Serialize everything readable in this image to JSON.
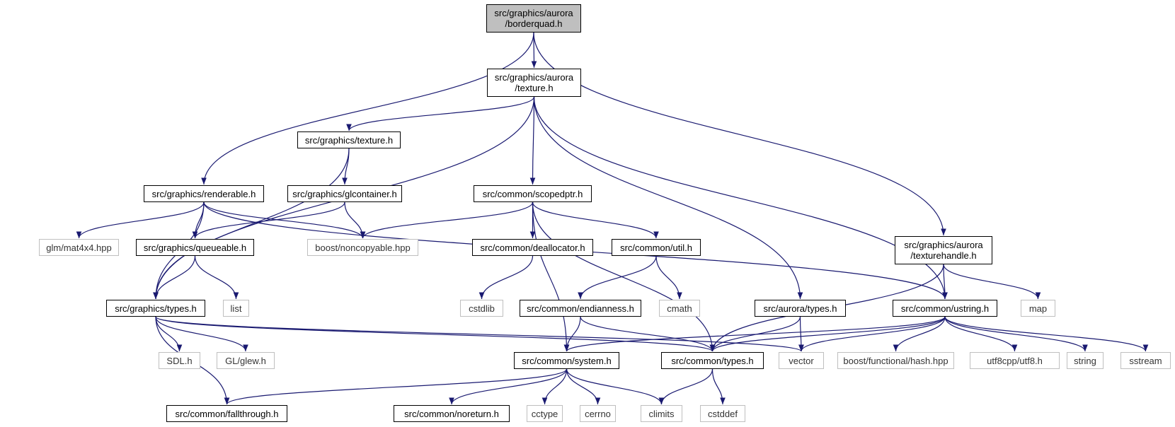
{
  "nodes": [
    {
      "id": "borderquad",
      "label": "src/graphics/aurora\n/borderquad.h",
      "kind": "root"
    },
    {
      "id": "aur_texture",
      "label": "src/graphics/aurora\n/texture.h",
      "kind": "header"
    },
    {
      "id": "g_texture",
      "label": "src/graphics/texture.h",
      "kind": "header"
    },
    {
      "id": "renderable",
      "label": "src/graphics/renderable.h",
      "kind": "header"
    },
    {
      "id": "glcontainer",
      "label": "src/graphics/glcontainer.h",
      "kind": "header"
    },
    {
      "id": "scopedptr",
      "label": "src/common/scopedptr.h",
      "kind": "header"
    },
    {
      "id": "texturehandle",
      "label": "src/graphics/aurora\n/texturehandle.h",
      "kind": "header"
    },
    {
      "id": "mat4x4",
      "label": "glm/mat4x4.hpp",
      "kind": "external"
    },
    {
      "id": "queueable",
      "label": "src/graphics/queueable.h",
      "kind": "header"
    },
    {
      "id": "noncopyable",
      "label": "boost/noncopyable.hpp",
      "kind": "external"
    },
    {
      "id": "deallocator",
      "label": "src/common/deallocator.h",
      "kind": "header"
    },
    {
      "id": "util",
      "label": "src/common/util.h",
      "kind": "header"
    },
    {
      "id": "g_types",
      "label": "src/graphics/types.h",
      "kind": "header"
    },
    {
      "id": "list",
      "label": "list",
      "kind": "external"
    },
    {
      "id": "cstdlib",
      "label": "cstdlib",
      "kind": "external"
    },
    {
      "id": "endianness",
      "label": "src/common/endianness.h",
      "kind": "header"
    },
    {
      "id": "cmath",
      "label": "cmath",
      "kind": "external"
    },
    {
      "id": "a_types",
      "label": "src/aurora/types.h",
      "kind": "header"
    },
    {
      "id": "ustring",
      "label": "src/common/ustring.h",
      "kind": "header"
    },
    {
      "id": "map",
      "label": "map",
      "kind": "external"
    },
    {
      "id": "sdl",
      "label": "SDL.h",
      "kind": "external"
    },
    {
      "id": "glew",
      "label": "GL/glew.h",
      "kind": "external"
    },
    {
      "id": "system",
      "label": "src/common/system.h",
      "kind": "header"
    },
    {
      "id": "c_types",
      "label": "src/common/types.h",
      "kind": "header"
    },
    {
      "id": "vector",
      "label": "vector",
      "kind": "external"
    },
    {
      "id": "hash",
      "label": "boost/functional/hash.hpp",
      "kind": "external"
    },
    {
      "id": "utf8",
      "label": "utf8cpp/utf8.h",
      "kind": "external"
    },
    {
      "id": "string",
      "label": "string",
      "kind": "external"
    },
    {
      "id": "sstream",
      "label": "sstream",
      "kind": "external"
    },
    {
      "id": "fallthrough",
      "label": "src/common/fallthrough.h",
      "kind": "header"
    },
    {
      "id": "noreturn",
      "label": "src/common/noreturn.h",
      "kind": "header"
    },
    {
      "id": "cctype",
      "label": "cctype",
      "kind": "external"
    },
    {
      "id": "cerrno",
      "label": "cerrno",
      "kind": "external"
    },
    {
      "id": "climits",
      "label": "climits",
      "kind": "external"
    },
    {
      "id": "cstddef",
      "label": "cstddef",
      "kind": "external"
    }
  ],
  "edges": [
    [
      "borderquad",
      "aur_texture"
    ],
    [
      "borderquad",
      "renderable"
    ],
    [
      "borderquad",
      "texturehandle"
    ],
    [
      "aur_texture",
      "g_texture"
    ],
    [
      "aur_texture",
      "scopedptr"
    ],
    [
      "aur_texture",
      "g_types"
    ],
    [
      "aur_texture",
      "a_types"
    ],
    [
      "aur_texture",
      "ustring"
    ],
    [
      "g_texture",
      "glcontainer"
    ],
    [
      "g_texture",
      "g_types"
    ],
    [
      "renderable",
      "mat4x4"
    ],
    [
      "renderable",
      "queueable"
    ],
    [
      "renderable",
      "noncopyable"
    ],
    [
      "renderable",
      "g_types"
    ],
    [
      "renderable",
      "ustring"
    ],
    [
      "glcontainer",
      "queueable"
    ],
    [
      "glcontainer",
      "noncopyable"
    ],
    [
      "scopedptr",
      "noncopyable"
    ],
    [
      "scopedptr",
      "deallocator"
    ],
    [
      "scopedptr",
      "util"
    ],
    [
      "scopedptr",
      "system"
    ],
    [
      "scopedptr",
      "c_types"
    ],
    [
      "texturehandle",
      "ustring"
    ],
    [
      "texturehandle",
      "map"
    ],
    [
      "texturehandle",
      "c_types"
    ],
    [
      "queueable",
      "g_types"
    ],
    [
      "queueable",
      "list"
    ],
    [
      "deallocator",
      "cstdlib"
    ],
    [
      "util",
      "endianness"
    ],
    [
      "util",
      "cmath"
    ],
    [
      "g_types",
      "sdl"
    ],
    [
      "g_types",
      "glew"
    ],
    [
      "g_types",
      "c_types"
    ],
    [
      "g_types",
      "vector"
    ],
    [
      "g_types",
      "fallthrough"
    ],
    [
      "endianness",
      "system"
    ],
    [
      "endianness",
      "c_types"
    ],
    [
      "a_types",
      "c_types"
    ],
    [
      "a_types",
      "vector"
    ],
    [
      "ustring",
      "system"
    ],
    [
      "ustring",
      "c_types"
    ],
    [
      "ustring",
      "vector"
    ],
    [
      "ustring",
      "hash"
    ],
    [
      "ustring",
      "utf8"
    ],
    [
      "ustring",
      "string"
    ],
    [
      "ustring",
      "sstream"
    ],
    [
      "system",
      "fallthrough"
    ],
    [
      "system",
      "noreturn"
    ],
    [
      "system",
      "cctype"
    ],
    [
      "system",
      "cerrno"
    ],
    [
      "system",
      "climits"
    ],
    [
      "c_types",
      "climits"
    ],
    [
      "c_types",
      "cstddef"
    ]
  ],
  "colors": {
    "edge": "#191970",
    "root_fill": "#bfbfbf",
    "external_border": "#bfbfbf",
    "node_border": "#000000"
  }
}
